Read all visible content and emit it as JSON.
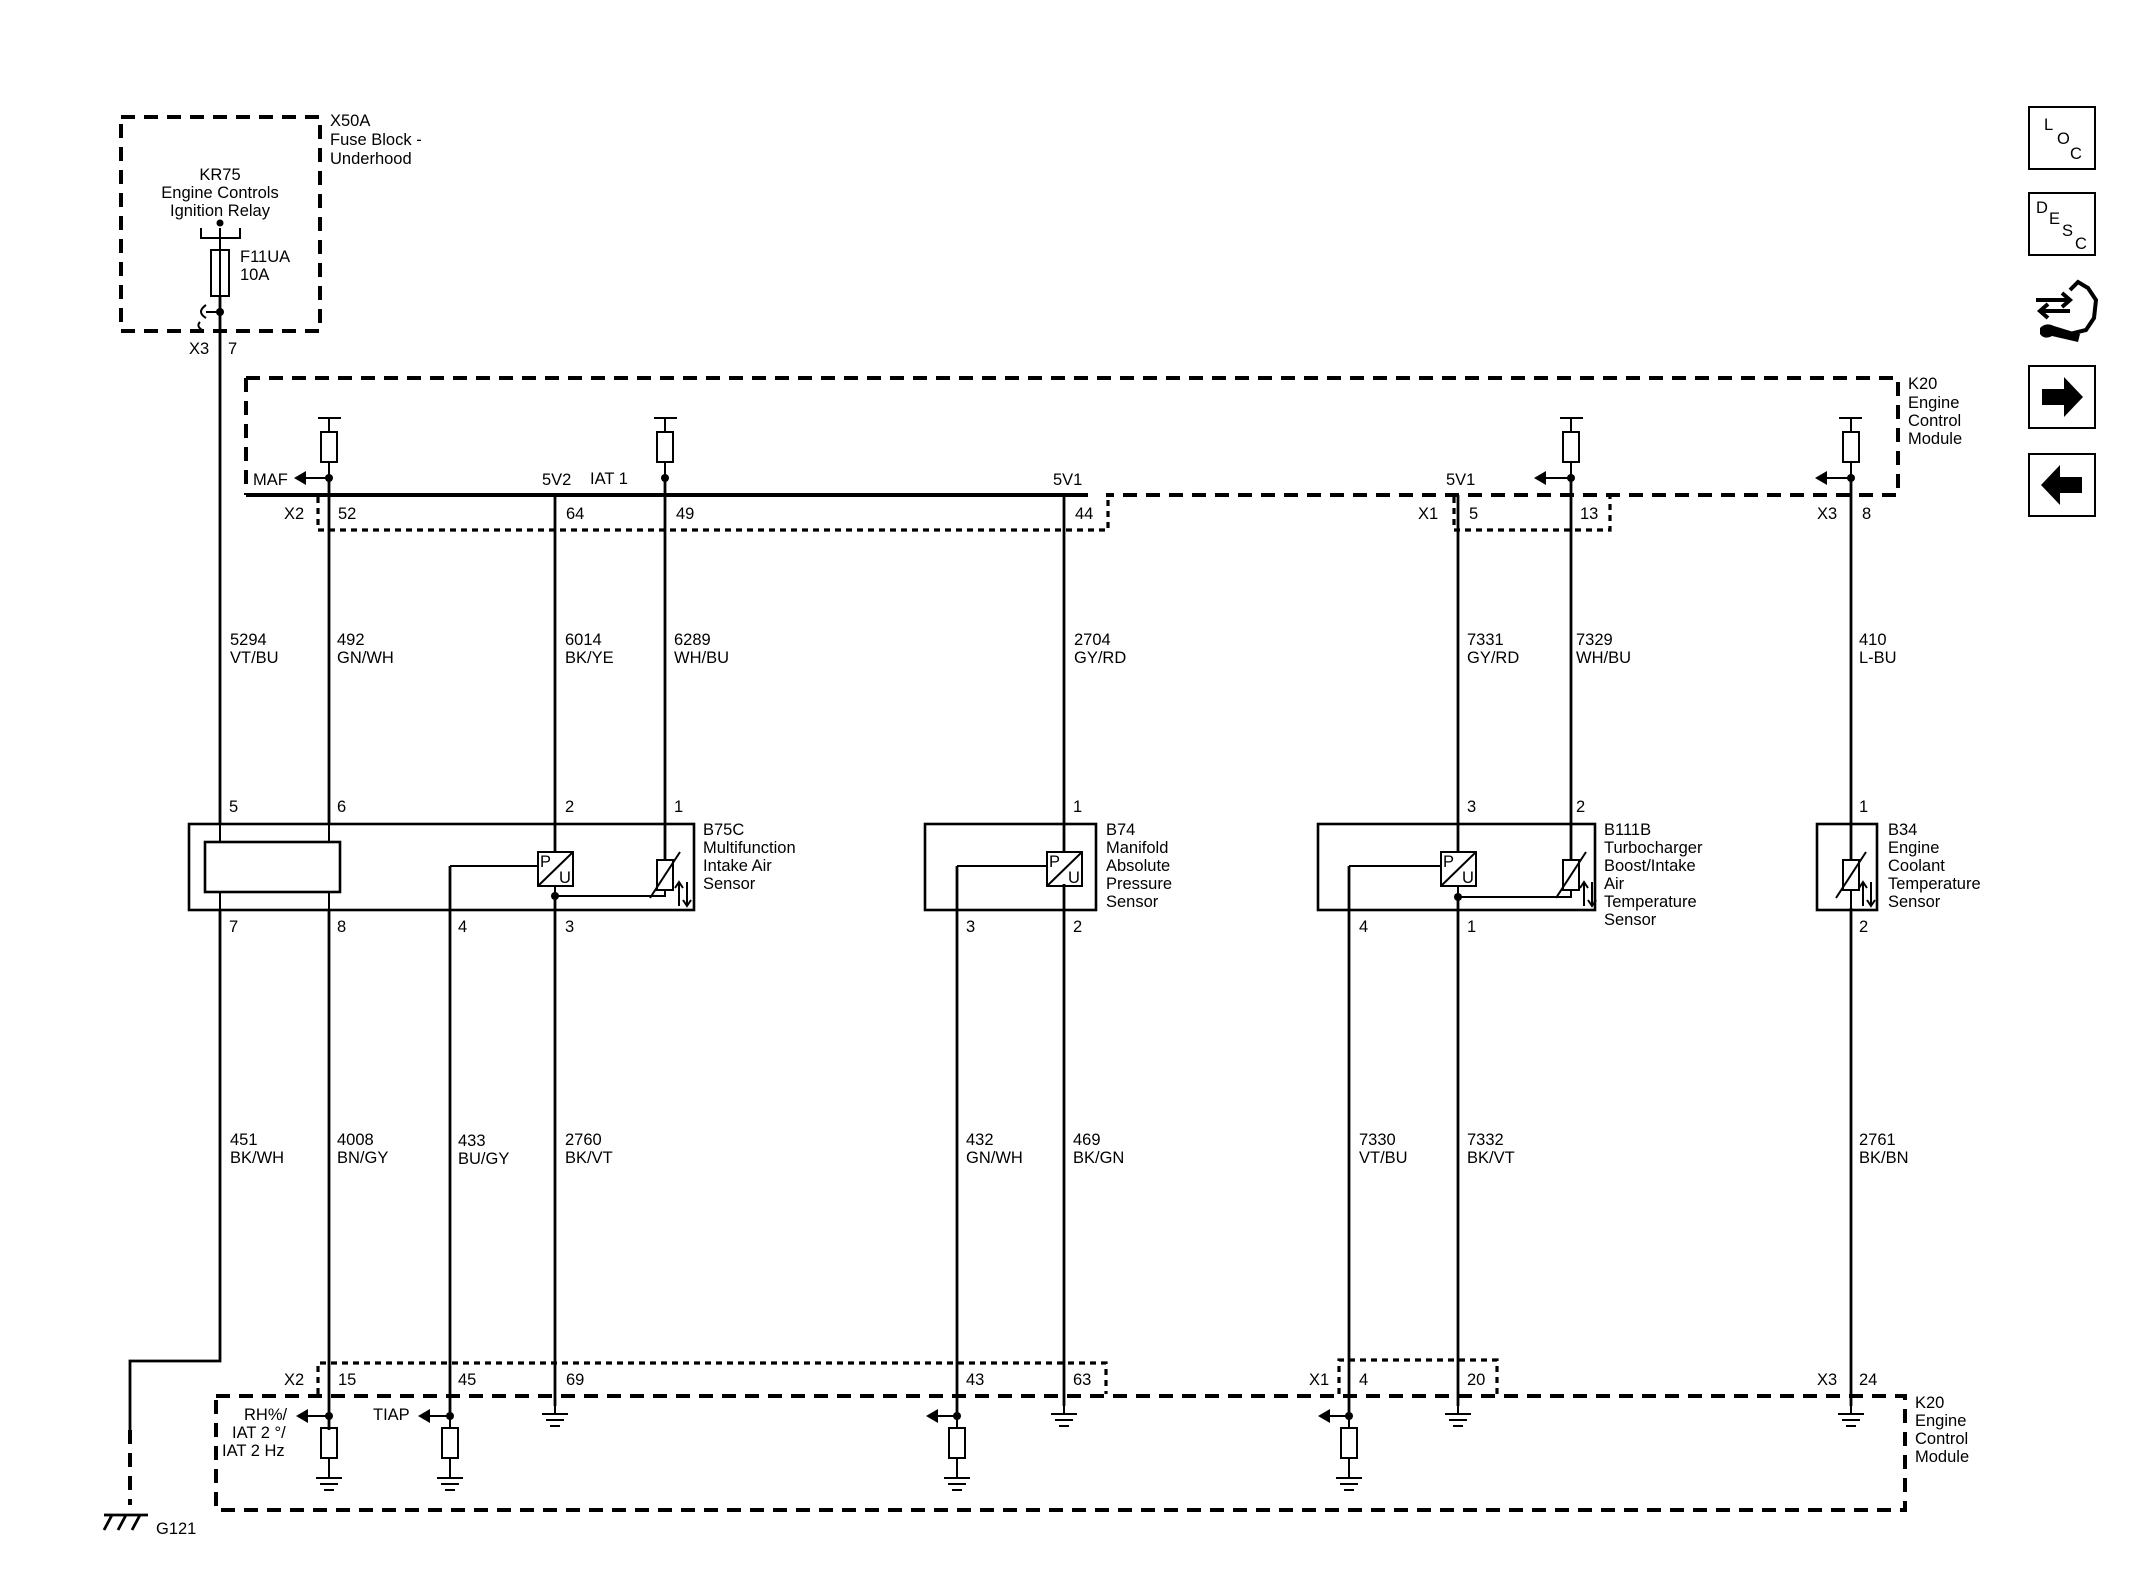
{
  "x50a": {
    "code": "X50A",
    "name_l1": "Fuse Block -",
    "name_l2": "Underhood"
  },
  "kr75": {
    "code": "KR75",
    "name_l1": "Engine Controls",
    "name_l2": "Ignition Relay"
  },
  "fuse": {
    "id": "F11UA",
    "rating": "10A"
  },
  "x50a_pin": {
    "conn": "X3",
    "pin": "7"
  },
  "k20_top": {
    "code": "K20",
    "l1": "Engine",
    "l2": "Control",
    "l3": "Module"
  },
  "k20_bottom": {
    "code": "K20",
    "l1": "Engine",
    "l2": "Control",
    "l3": "Module"
  },
  "top_signals": {
    "maf": "MAF",
    "v5_2": "5V2",
    "iat1": "IAT 1",
    "v5_1a": "5V1",
    "v5_1b": "5V1"
  },
  "bottom_signals": {
    "rh_l1": "RH%/",
    "rh_l2": "IAT 2 °/",
    "rh_l3": "IAT 2 Hz",
    "tiap": "TIAP"
  },
  "top_connectors": {
    "x2": "X2",
    "x1": "X1",
    "x3": "X3"
  },
  "top_pins": {
    "p52": "52",
    "p64": "64",
    "p49": "49",
    "p44": "44",
    "p5": "5",
    "p13": "13",
    "p8": "8"
  },
  "bottom_connectors": {
    "x2": "X2",
    "x1": "X1",
    "x3": "X3"
  },
  "bottom_pins": {
    "p15": "15",
    "p45": "45",
    "p69": "69",
    "p43": "43",
    "p63": "63",
    "p4": "4",
    "p20": "20",
    "p24": "24"
  },
  "upper_wires": [
    {
      "circuit": "5294",
      "color": "VT/BU"
    },
    {
      "circuit": "492",
      "color": "GN/WH"
    },
    {
      "circuit": "6014",
      "color": "BK/YE"
    },
    {
      "circuit": "6289",
      "color": "WH/BU"
    },
    {
      "circuit": "2704",
      "color": "GY/RD"
    },
    {
      "circuit": "7331",
      "color": "GY/RD"
    },
    {
      "circuit": "7329",
      "color": "WH/BU"
    },
    {
      "circuit": "410",
      "color": "L-BU"
    }
  ],
  "lower_wires": [
    {
      "circuit": "451",
      "color": "BK/WH"
    },
    {
      "circuit": "4008",
      "color": "BN/GY"
    },
    {
      "circuit": "433",
      "color": "BU/GY"
    },
    {
      "circuit": "2760",
      "color": "BK/VT"
    },
    {
      "circuit": "432",
      "color": "GN/WH"
    },
    {
      "circuit": "469",
      "color": "BK/GN"
    },
    {
      "circuit": "7330",
      "color": "VT/BU"
    },
    {
      "circuit": "7332",
      "color": "BK/VT"
    },
    {
      "circuit": "2761",
      "color": "BK/BN"
    }
  ],
  "b75c": {
    "code": "B75C",
    "l1": "Multifunction",
    "l2": "Intake Air",
    "l3": "Sensor",
    "pins": {
      "p5": "5",
      "p6": "6",
      "p2": "2",
      "p1": "1",
      "p7": "7",
      "p8": "8",
      "p4": "4",
      "p3": "3"
    }
  },
  "b74": {
    "code": "B74",
    "l1": "Manifold",
    "l2": "Absolute",
    "l3": "Pressure",
    "l4": "Sensor",
    "pins": {
      "p1": "1",
      "p3": "3",
      "p2": "2"
    }
  },
  "b111b": {
    "code": "B111B",
    "l1": "Turbocharger",
    "l2": "Boost/Intake",
    "l3": "Air",
    "l4": "Temperature",
    "l5": "Sensor",
    "pins": {
      "p3": "3",
      "p2": "2",
      "p4": "4",
      "p1": "1"
    }
  },
  "b34": {
    "code": "B34",
    "l1": "Engine",
    "l2": "Coolant",
    "l3": "Temperature",
    "l4": "Sensor",
    "pins": {
      "p1": "1",
      "p2": "2"
    }
  },
  "pu": {
    "p": "P",
    "u": "U"
  },
  "ground": {
    "label": "G121"
  },
  "nav": {
    "loc": {
      "l": "L",
      "o": "O",
      "c": "C"
    },
    "desc": {
      "d": "D",
      "e": "E",
      "s": "S",
      "c": "C"
    },
    "icons": [
      "diagnostic-connector-wrench-icon",
      "arrow-right-icon",
      "arrow-left-icon"
    ]
  }
}
